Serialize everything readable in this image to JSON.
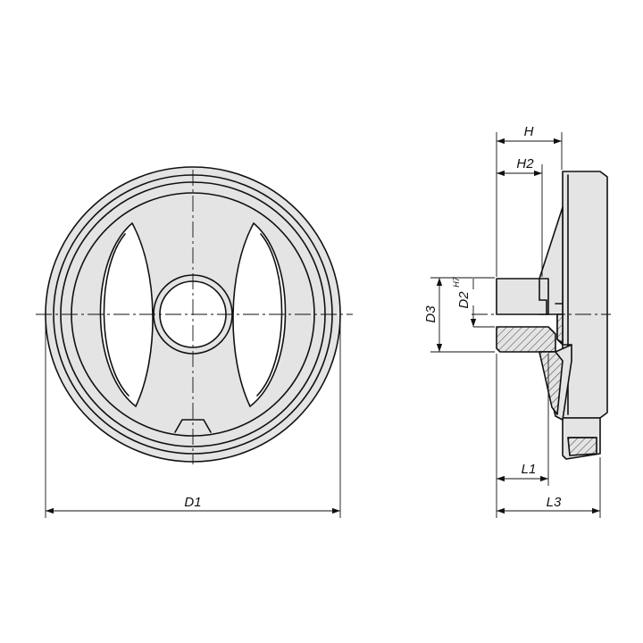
{
  "labels": {
    "d1": "D1",
    "h": "H",
    "h2": "H2",
    "d3": "D3",
    "d2": "D2",
    "d2_tolerance": "H7",
    "l1": "L1",
    "l3": "L3"
  },
  "colors": {
    "part_fill": "#e4e4e4",
    "line": "#111111",
    "background": "#ffffff"
  }
}
